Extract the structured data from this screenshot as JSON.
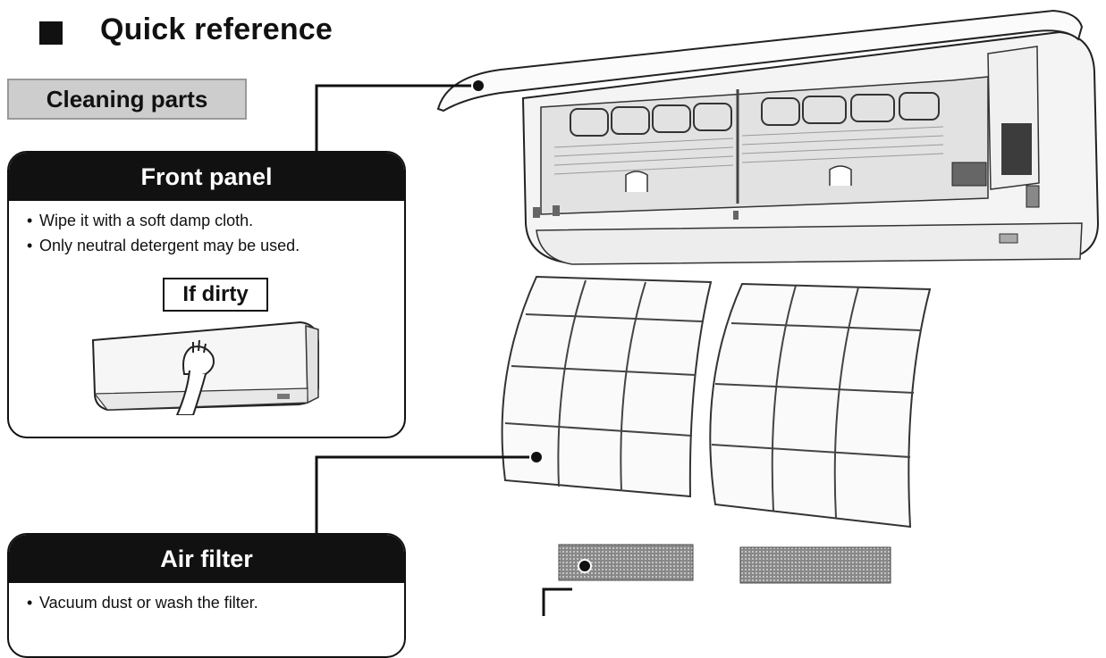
{
  "heading": {
    "title": "Quick reference"
  },
  "section_tab": {
    "label": "Cleaning parts"
  },
  "front_panel": {
    "title": "Front panel",
    "bullets": [
      "Wipe it with a soft damp cloth.",
      "Only neutral detergent may be used."
    ],
    "condition_label": "If dirty"
  },
  "air_filter": {
    "title": "Air filter",
    "bullets": [
      "Vacuum dust or wash the filter."
    ]
  }
}
